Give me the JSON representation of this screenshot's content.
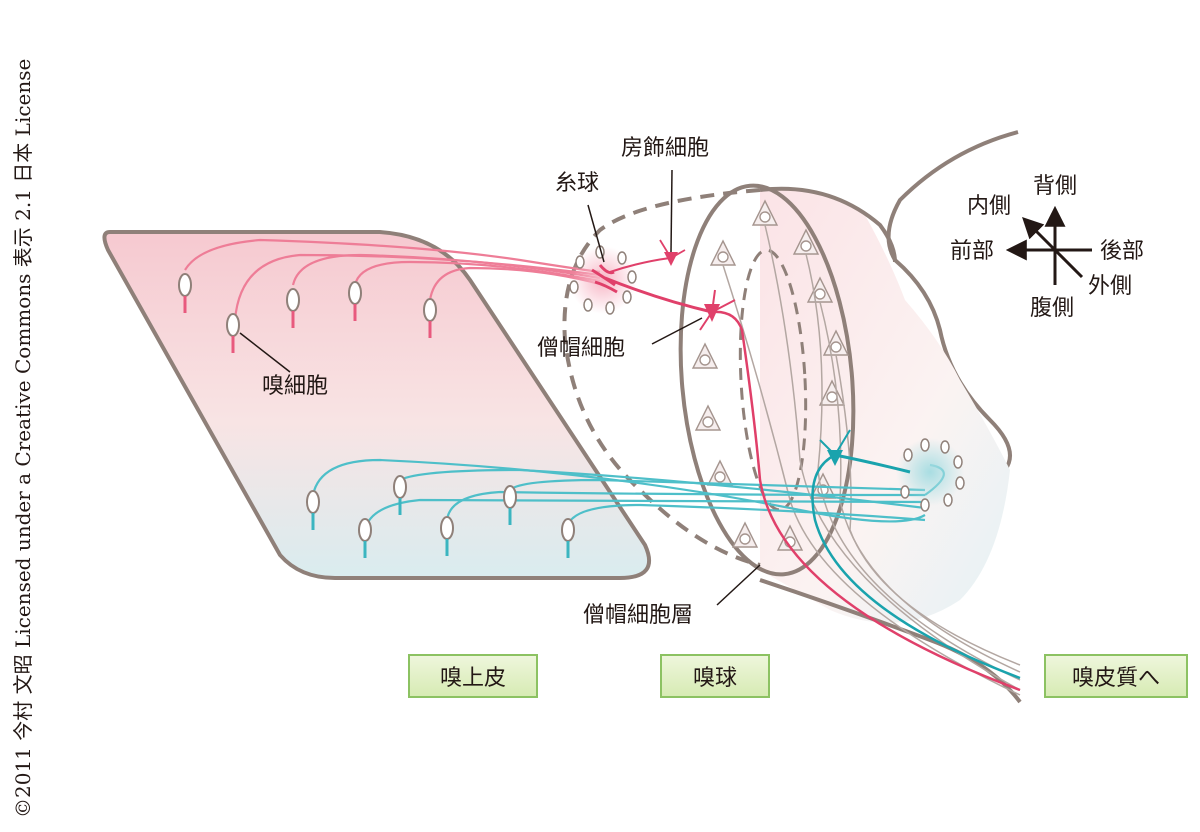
{
  "labels": {
    "glomerulus": "糸球",
    "tufted_cell": "房飾細胞",
    "mitral_cell": "僧帽細胞",
    "olfactory_cell": "嗅細胞",
    "mitral_cell_layer": "僧帽細胞層"
  },
  "compass": {
    "dorsal": "背側",
    "medial": "内側",
    "anterior": "前部",
    "posterior": "後部",
    "lateral": "外側",
    "ventral": "腹側"
  },
  "boxes": {
    "epithelium": "嗅上皮",
    "bulb": "嗅球",
    "cortex": "嗅皮質へ"
  },
  "credit": "©2011 今村 文昭 Licensed under a Creative Commons 表示 2.1 日本 License",
  "colors": {
    "outline": "#8f8079",
    "pink_neuron": "#e85a7e",
    "mitral_red": "#e0406a",
    "teal_neuron": "#3bb5c0",
    "teal_dark": "#1aa3ad",
    "box_fill": "#e3f1c9",
    "box_border": "#8cc262"
  }
}
